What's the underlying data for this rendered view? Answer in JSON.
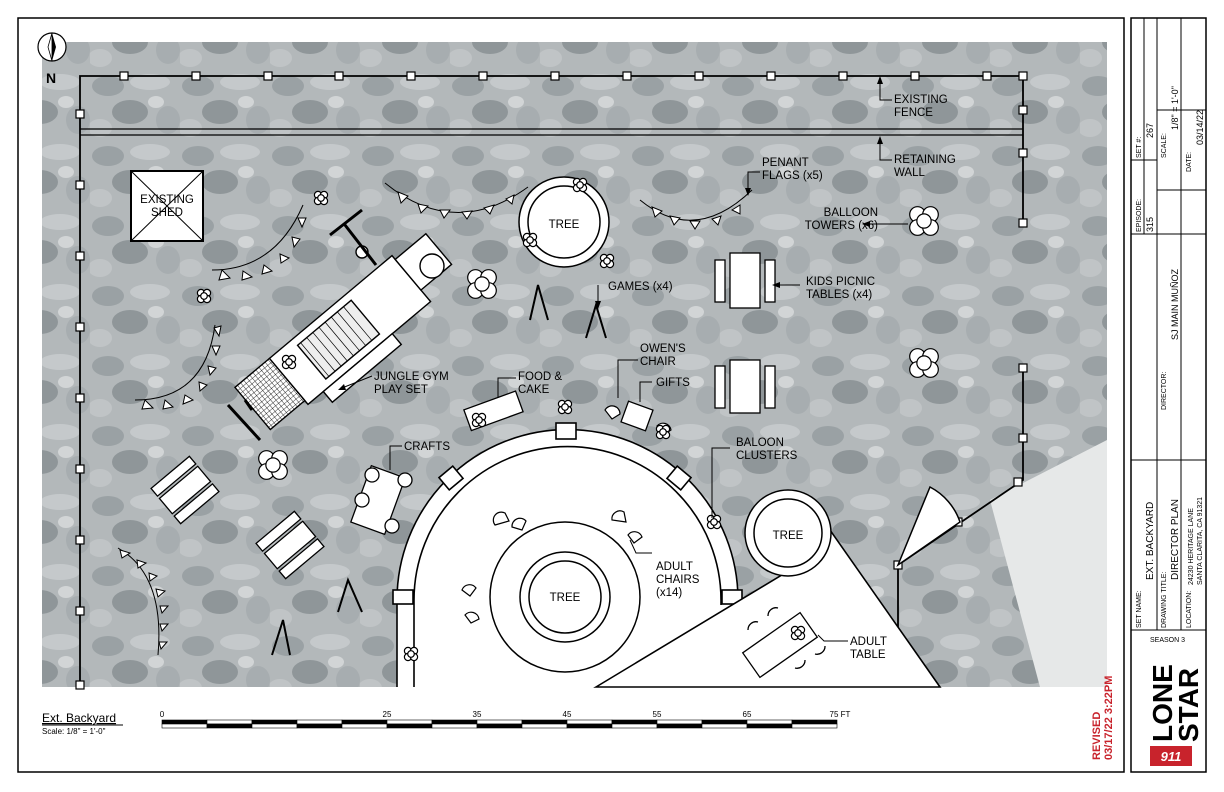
{
  "plan": {
    "north": "N",
    "labels": {
      "existing_fence": [
        "EXISTING",
        "FENCE"
      ],
      "retaining_wall": [
        "RETAINING",
        "WALL"
      ],
      "existing_shed": [
        "EXISTING",
        "SHED"
      ],
      "penant_flags": [
        "PENANT",
        "FLAGS (x5)"
      ],
      "balloon_towers": [
        "BALLOON",
        "TOWERS (x6)"
      ],
      "tree_top": "TREE",
      "tree_center": "TREE",
      "tree_right": "TREE",
      "games": "GAMES (x4)",
      "kids_picnic": [
        "KIDS PICNIC",
        "TABLES (x4)"
      ],
      "jungle_gym": [
        "JUNGLE GYM",
        "PLAY SET"
      ],
      "food_cake": [
        "FOOD &",
        "CAKE"
      ],
      "owens_chair": [
        "OWEN'S",
        "CHAIR"
      ],
      "gifts": "GIFTS",
      "baloon_clusters": [
        "BALOON",
        "CLUSTERS"
      ],
      "crafts": "CRAFTS",
      "adult_chairs": [
        "ADULT",
        "CHAIRS",
        "(x14)"
      ],
      "adult_table": [
        "ADULT",
        "TABLE"
      ]
    }
  },
  "scale_bar": {
    "title": "Ext. Backyard",
    "scale_note": "Scale: 1/8\" = 1'-0\"",
    "ticks": [
      "0",
      "25",
      "35",
      "45",
      "55",
      "65",
      "75 FT"
    ]
  },
  "revised": [
    "REVISED",
    "03/17/22 3:22PM"
  ],
  "title_block": {
    "episode_label": "EPISODE:",
    "episode": "315",
    "set_label": "SET #:",
    "set_number": "267",
    "scale_label": "SCALE:",
    "scale": "1/8\" = 1'-0\"",
    "director_label": "DIRECTOR:",
    "director": "SJ MAIN MUÑOZ",
    "date_label": "DATE:",
    "date": "03/14/22",
    "set_name_label": "SET NAME:",
    "set_name": "EXT. BACKYARD",
    "drawing_title_label": "DRAWING TITLE:",
    "drawing_title": "DIRECTOR PLAN",
    "location_label": "LOCATION:",
    "location_line1": "24230 HERITAGE LANE",
    "location_line2": "SANTA CLARITA, CA 91321",
    "season": "SEASON 3",
    "logo": [
      "LONE",
      "STAR"
    ],
    "logo_badge": "911"
  },
  "colors": {
    "revised_red": "#c8232c",
    "logo_red": "#c8232c"
  }
}
